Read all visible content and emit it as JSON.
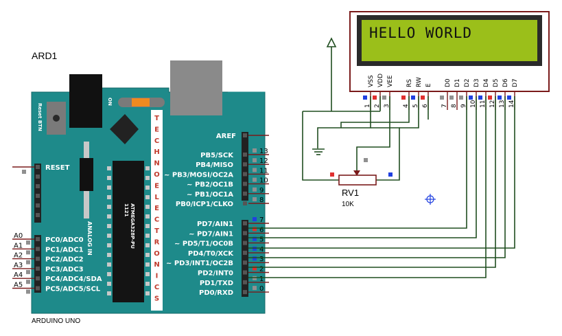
{
  "arduino": {
    "ref": "ARD1",
    "name": "ARDUINO UNO",
    "reset_btn": "Reset BTN",
    "on": "ON",
    "reset": "RESET",
    "analog_in": "ANALOG IN",
    "brand_letters": [
      "T",
      "E",
      "C",
      "H",
      "N",
      "O",
      "E",
      "L",
      "E",
      "C",
      "T",
      "R",
      "O",
      "N",
      "I",
      "C",
      "S"
    ],
    "chip_label_1": "ATMEGA328P-PU",
    "chip_label_2": "1121",
    "aref": "AREF",
    "digital_top": [
      {
        "label": "PB5/SCK",
        "num": "13"
      },
      {
        "label": "PB4/MISO",
        "num": "12"
      },
      {
        "label": "~ PB3/MOSI/OC2A",
        "num": "11"
      },
      {
        "label": "~ PB2/OC1B",
        "num": "10"
      },
      {
        "label": "~ PB1/OC1A",
        "num": "9"
      },
      {
        "label": "PB0/ICP1/CLKO",
        "num": "8"
      }
    ],
    "digital_bottom": [
      {
        "label": "PD7/AIN1",
        "num": "7"
      },
      {
        "label": "~ PD7/AIN1",
        "num": "6"
      },
      {
        "label": "~ PD5/T1/OC0B",
        "num": "5"
      },
      {
        "label": "PD4/T0/XCK",
        "num": "4"
      },
      {
        "label": "~ PD3/INT1/OC2B",
        "num": "3"
      },
      {
        "label": "PD2/INT0",
        "num": "2"
      },
      {
        "label": "PD1/TXD",
        "num": "1"
      },
      {
        "label": "PD0/RXD",
        "num": "0"
      }
    ],
    "analog": [
      {
        "label": "PC0/ADC0",
        "num": "A0"
      },
      {
        "label": "PC1/ADC1",
        "num": "A1"
      },
      {
        "label": "PC2/ADC2",
        "num": "A2"
      },
      {
        "label": "PC3/ADC3",
        "num": "A3"
      },
      {
        "label": "PC4/ADC4/SDA",
        "num": "A4"
      },
      {
        "label": "PC5/ADC5/SCL",
        "num": "A5"
      }
    ]
  },
  "lcd": {
    "text": "HELLO WORLD",
    "pins": [
      {
        "name": "VSS",
        "num": "1"
      },
      {
        "name": "VDD",
        "num": "2"
      },
      {
        "name": "VEE",
        "num": "3"
      },
      {
        "name": "RS",
        "num": "4"
      },
      {
        "name": "RW",
        "num": "5"
      },
      {
        "name": "E",
        "num": "6"
      },
      {
        "name": "D0",
        "num": "7"
      },
      {
        "name": "D1",
        "num": "8"
      },
      {
        "name": "D2",
        "num": "9"
      },
      {
        "name": "D3",
        "num": "10"
      },
      {
        "name": "D4",
        "num": "11"
      },
      {
        "name": "D5",
        "num": "12"
      },
      {
        "name": "D6",
        "num": "13"
      },
      {
        "name": "D7",
        "num": "14"
      }
    ]
  },
  "pot": {
    "ref": "RV1",
    "value": "10K"
  },
  "colors": {
    "board": "#1e8a8a",
    "lcd_screen": "#9bbf1a",
    "wire": "#1f4d1f",
    "pin_red": "#e03030",
    "pin_blue": "#2040e0",
    "pin_gray": "#909090"
  }
}
